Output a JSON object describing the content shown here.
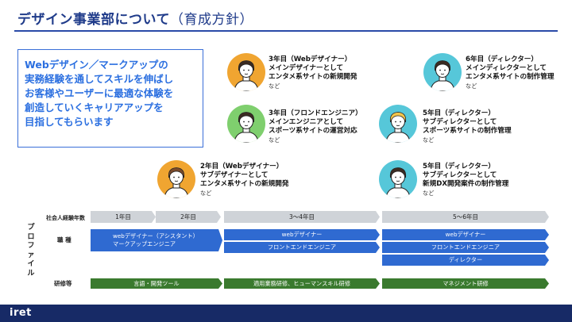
{
  "header": {
    "title": "デザイン事業部について",
    "subtitle": "（育成方針）"
  },
  "intro": {
    "lines": [
      "Webデザイン／マークアップの",
      "実務経験を通してスキルを伸ばし",
      "お客様やユーザーに最適な体験を",
      "創造していくキャリアアップを",
      "目指してもらいます"
    ]
  },
  "roles": [
    {
      "lines": [
        "3年目（Webデザイナー）",
        "メインデザイナーとして",
        "エンタメ系サイトの新規開発"
      ],
      "etc": "など",
      "avatar_bg": "#f0a531",
      "hair": "#3b2b22"
    },
    {
      "lines": [
        "6年目（ディレクター）",
        "メインディレクターとして",
        "エンタメ系サイトの制作管理"
      ],
      "etc": "など",
      "avatar_bg": "#56c7d9",
      "hair": "#3b2b22"
    },
    {
      "lines": [
        "3年目（フロンドエンジニア）",
        "メインエンジニアとして",
        "スポーツ系サイトの運営対応"
      ],
      "etc": "など",
      "avatar_bg": "#7fcf6e",
      "hair": "#3b2b22"
    },
    {
      "lines": [
        "5年目（ディレクター）",
        "サブディレクターとして",
        "スポーツ系サイトの制作管理"
      ],
      "etc": "など",
      "avatar_bg": "#56c7d9",
      "hair": "#f2c54a"
    },
    {
      "lines": [
        "2年目（Webデザイナー）",
        "サブデザイナーとして",
        "エンタメ系サイトの新規開発"
      ],
      "etc": "など",
      "avatar_bg": "#f0a531",
      "hair": "#7a4a2a"
    },
    {
      "lines": [
        "5年目（ディレクター）",
        "サブディレクターとして",
        "新規DX開発案件の制作管理"
      ],
      "etc": "など",
      "avatar_bg": "#56c7d9",
      "hair": "#3b2b22"
    }
  ],
  "profile": {
    "side_label": [
      "プ",
      "ロ",
      "フ",
      "ァ",
      "イ",
      "ル"
    ],
    "years_header": "社会人経験年数",
    "job_label": "職 種",
    "training_label": "研修等",
    "years": [
      "1年目",
      "2年目",
      "3〜4年目",
      "5〜6年目"
    ],
    "jobs": {
      "early_lines": [
        "webデザイナー（アシスタント）",
        "マークアップエンジニア"
      ],
      "mid_designer": "webデザイナー",
      "mid_frontend": "フロントエンドエンジニア",
      "late_designer": "webデザイナー",
      "late_frontend": "フロントエンドエンジニア",
      "late_director": "ディレクター"
    },
    "training": [
      "言語・開発ツール",
      "適用業務研修、ヒューマンスキル研修",
      "マネジメント研修"
    ]
  },
  "footer": {
    "logo": "iret"
  },
  "colors": {
    "brand_blue": "#2f6ad1",
    "navy": "#172a66",
    "green": "#3a7a2e"
  }
}
